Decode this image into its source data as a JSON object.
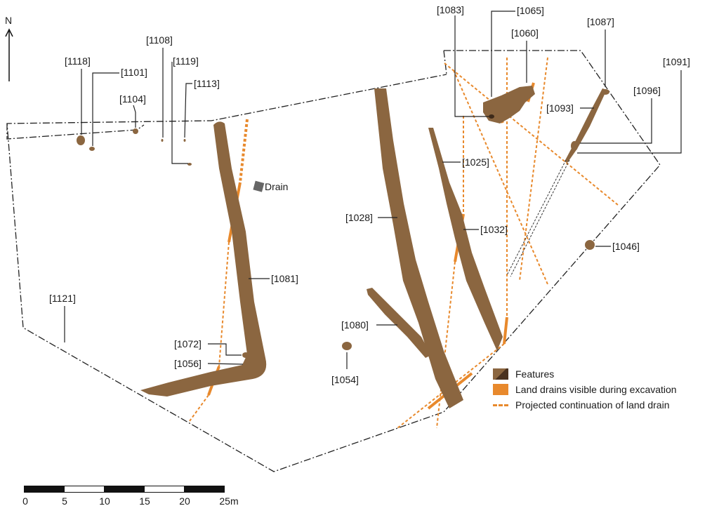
{
  "map": {
    "north_label": "N",
    "colors": {
      "feature_fill": "#8b6640",
      "feature_dark": "#4a3220",
      "land_drain": "#e8892c",
      "boundary": "#222222"
    },
    "drain_box_label": "Drain",
    "context_labels": [
      "[1083]",
      "[1065]",
      "[1060]",
      "[1087]",
      "[1091]",
      "[1096]",
      "[1093]",
      "[1108]",
      "[1119]",
      "[1118]",
      "[1101]",
      "[1104]",
      "[1113]",
      "[1025]",
      "[1028]",
      "[1032]",
      "[1046]",
      "[1081]",
      "[1121]",
      "[1080]",
      "[1072]",
      "[1056]",
      "[1054]"
    ]
  },
  "legend": [
    {
      "icon": "features-swatch",
      "label": "Features"
    },
    {
      "icon": "solid-orange-swatch",
      "label": "Land drains visible during excavation"
    },
    {
      "icon": "dashed-orange-line",
      "label": "Projected continuation of land drain"
    }
  ],
  "scale_bar": {
    "ticks": [
      "0",
      "5",
      "10",
      "15",
      "20",
      "25m"
    ]
  }
}
